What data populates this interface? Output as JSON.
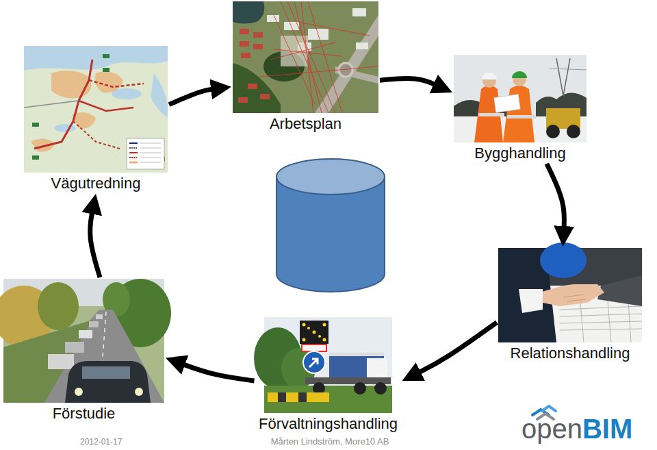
{
  "diagram": {
    "nodes": [
      {
        "text": [
          "Vägutredning"
        ]
      },
      {
        "text": [
          "Arbetsplan"
        ]
      },
      {
        "text": [
          "Bygghandling"
        ]
      },
      {
        "text": [
          "Relationshandling"
        ]
      },
      {
        "text": [
          "Förvaltningshandling"
        ]
      },
      {
        "text": [
          "Förstudie"
        ]
      }
    ],
    "edges": [
      {
        "from": 0,
        "to": 1,
        "arrow": "to"
      },
      {
        "from": 1,
        "to": 2,
        "arrow": "to"
      },
      {
        "from": 2,
        "to": 3,
        "arrow": "to"
      },
      {
        "from": 3,
        "to": 4,
        "arrow": "to"
      },
      {
        "from": 4,
        "to": 5,
        "arrow": "to"
      },
      {
        "from": 5,
        "to": 0,
        "arrow": "to"
      }
    ],
    "labels": [
      "2012-01-17",
      "Mårten Lindström, More10 AB",
      "open",
      "BIM"
    ]
  }
}
